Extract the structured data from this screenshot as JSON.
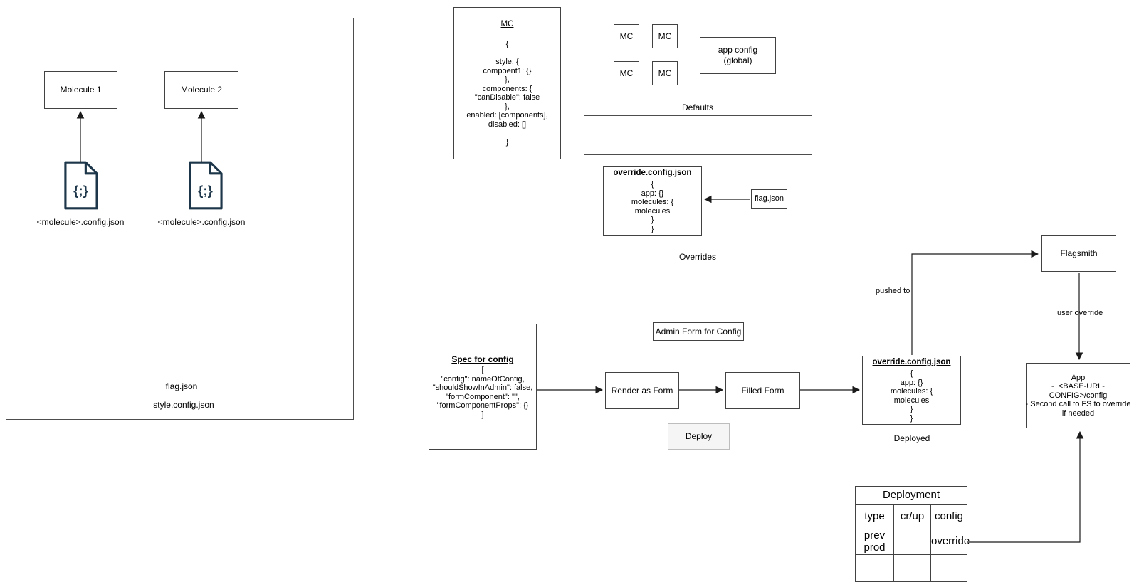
{
  "left_panel": {
    "molecule1": "Molecule 1",
    "molecule2": "Molecule 2",
    "config_label1": "<molecule>.config.json",
    "config_label2": "<molecule>.config.json",
    "icon_glyph": "{;}",
    "flag_label": "flag.json",
    "style_label": "style.config.json"
  },
  "mc_spec": {
    "title": "MC",
    "lines": [
      "",
      "{",
      "",
      "style: {",
      "compoent1: {}",
      "},",
      "components: {",
      "\"canDisable\": false",
      "},",
      "enabled: [components],",
      "disabled: []",
      "",
      "}"
    ]
  },
  "defaults": {
    "label": "Defaults",
    "mc1": "MC",
    "mc2": "MC",
    "mc3": "MC",
    "mc4": "MC",
    "app_config_line1": "app config",
    "app_config_line2": "(global)"
  },
  "overrides": {
    "label": "Overrides",
    "box_title": "override.config.json",
    "lines": [
      "{",
      "app: {}",
      "molecules: {",
      "molecules",
      "}",
      "}"
    ],
    "flag": "flag.json"
  },
  "spec": {
    "title": "Spec for config",
    "lines": [
      "[",
      "\"config\": nameOfConfig,",
      "\"shouldShowInAdmin\": false,",
      "\"formComponent\": \"\",",
      "\"formComponentProps\": {}",
      "]"
    ]
  },
  "admin": {
    "title": "Admin Form for Config",
    "render": "Render as Form",
    "filled": "Filled Form",
    "deploy": "Deploy"
  },
  "deployed": {
    "box_title": "override.config.json",
    "lines": [
      "{",
      "app: {}",
      "molecules: {",
      "molecules",
      "}",
      "}"
    ],
    "label": "Deployed",
    "pushed_to": "pushed to"
  },
  "flagsmith": {
    "label": "Flagsmith",
    "user_override": "user override"
  },
  "app": {
    "lines": [
      "App",
      "-  <BASE-URL-",
      "CONFIG>/config",
      "- Second call to FS to override",
      "if needed"
    ]
  },
  "deployment_table": {
    "title": "Deployment",
    "headers": [
      "type",
      "cr/up",
      "config"
    ],
    "rows": [
      [
        "prev prod",
        "",
        "override"
      ],
      [
        "",
        "",
        ""
      ]
    ]
  },
  "colors": {
    "stroke": "#424242",
    "arrow": "#1a1a1a",
    "icon": "#1d3649",
    "deploy_fill": "#f5f5f5"
  }
}
